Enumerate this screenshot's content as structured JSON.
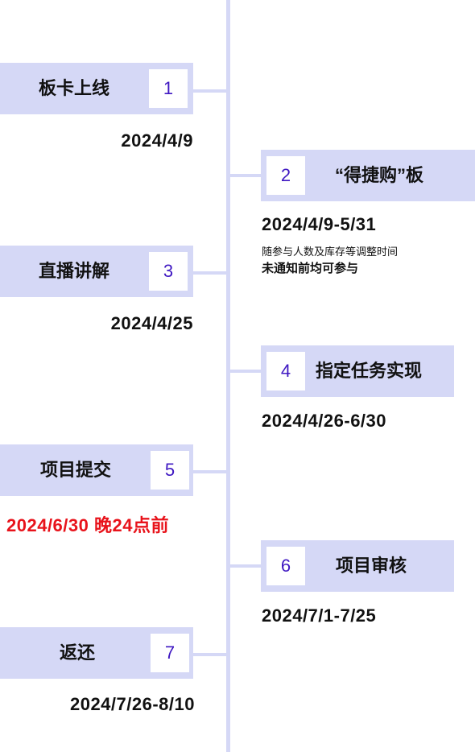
{
  "timeline": {
    "items": [
      {
        "num": "1",
        "label": "板卡上线",
        "date": "2024/4/9"
      },
      {
        "num": "2",
        "label": "“得捷购”板",
        "date": "2024/4/9-5/31",
        "note_line1": "随参与人数及库存等调整时间",
        "note_line2": "未通知前均可参与"
      },
      {
        "num": "3",
        "label": "直播讲解",
        "date": "2024/4/25"
      },
      {
        "num": "4",
        "label": "指定任务实现",
        "date": "2024/4/26-6/30"
      },
      {
        "num": "5",
        "label": "项目提交",
        "date": "2024/6/30 晚24点前"
      },
      {
        "num": "6",
        "label": "项目审核",
        "date": "2024/7/1-7/25"
      },
      {
        "num": "7",
        "label": "返还",
        "date": "2024/7/26-8/10"
      }
    ]
  },
  "colors": {
    "axis": "#d5d8f6",
    "box": "#d5d8f6",
    "number": "#3f18c2",
    "highlight_date": "#e8131b"
  }
}
